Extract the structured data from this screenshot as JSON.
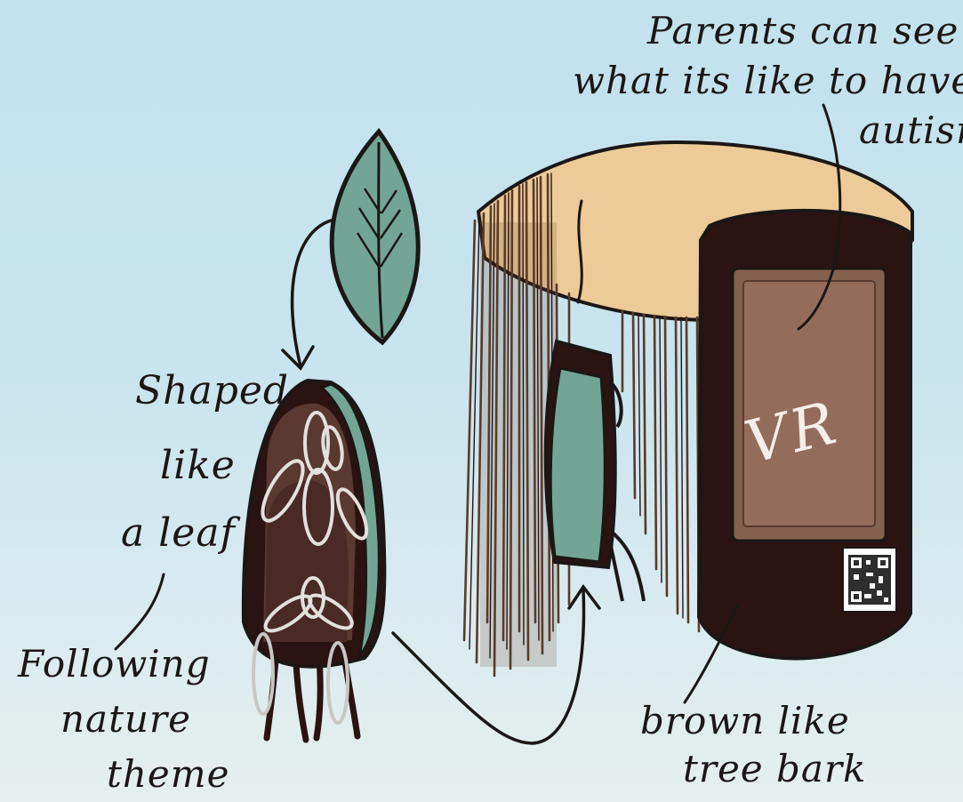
{
  "annotations": {
    "parents": [
      "Parents can see",
      "what its like to have",
      "autism"
    ],
    "leaf_shape": [
      "Shaped",
      "like",
      "a leaf"
    ],
    "nature": [
      "Following",
      "nature",
      "theme"
    ],
    "bark": [
      "brown like",
      "tree bark"
    ]
  },
  "booth_screen_label": "VR",
  "colors": {
    "background": "#c6e3ee",
    "bark_brown": "#2b1312",
    "panel_brown": "#84604f",
    "roof_tan": "#eccb98",
    "leaf_green": "#72a595",
    "fringe_brown": "#5a3a2a"
  },
  "icons": [
    "leaf-icon",
    "qr-code-icon",
    "balloon-figure-icon"
  ]
}
